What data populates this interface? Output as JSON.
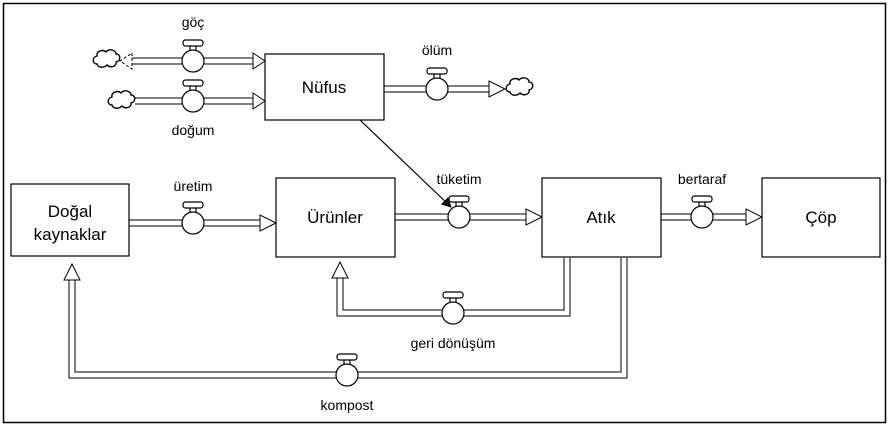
{
  "diagram": {
    "type": "stock-and-flow",
    "stocks": [
      {
        "id": "nufus",
        "lines": [
          "Nüfus"
        ]
      },
      {
        "id": "dogal",
        "lines": [
          "Doğal",
          "kaynaklar"
        ]
      },
      {
        "id": "urunler",
        "lines": [
          "Ürünler"
        ]
      },
      {
        "id": "atik",
        "lines": [
          "Atık"
        ]
      },
      {
        "id": "cop",
        "lines": [
          "Çöp"
        ]
      }
    ],
    "flows": [
      {
        "id": "goc",
        "label": "göç",
        "from": "cloud",
        "to": "nufus",
        "bidirectional": true
      },
      {
        "id": "dogum",
        "label": "doğum",
        "from": "cloud",
        "to": "nufus"
      },
      {
        "id": "olum",
        "label": "ölüm",
        "from": "nufus",
        "to": "cloud"
      },
      {
        "id": "uretim",
        "label": "üretim",
        "from": "dogal",
        "to": "urunler"
      },
      {
        "id": "tuketim",
        "label": "tüketim",
        "from": "urunler",
        "to": "atik"
      },
      {
        "id": "bertaraf",
        "label": "bertaraf",
        "from": "atik",
        "to": "cop"
      },
      {
        "id": "geri_donusum",
        "label": "geri dönüşüm",
        "from": "atik",
        "to": "urunler"
      },
      {
        "id": "kompost",
        "label": "kompost",
        "from": "atik",
        "to": "dogal"
      }
    ],
    "connectors": [
      {
        "from": "nufus",
        "to": "tuketim"
      }
    ]
  },
  "labels": {
    "nufus": "Nüfus",
    "dogal_1": "Doğal",
    "dogal_2": "kaynaklar",
    "urunler": "Ürünler",
    "atik": "Atık",
    "cop": "Çöp",
    "goc": "göç",
    "dogum": "doğum",
    "olum": "ölüm",
    "uretim": "üretim",
    "tuketim": "tüketim",
    "bertaraf": "bertaraf",
    "geri_donusum": "geri dönüşüm",
    "kompost": "kompost"
  }
}
